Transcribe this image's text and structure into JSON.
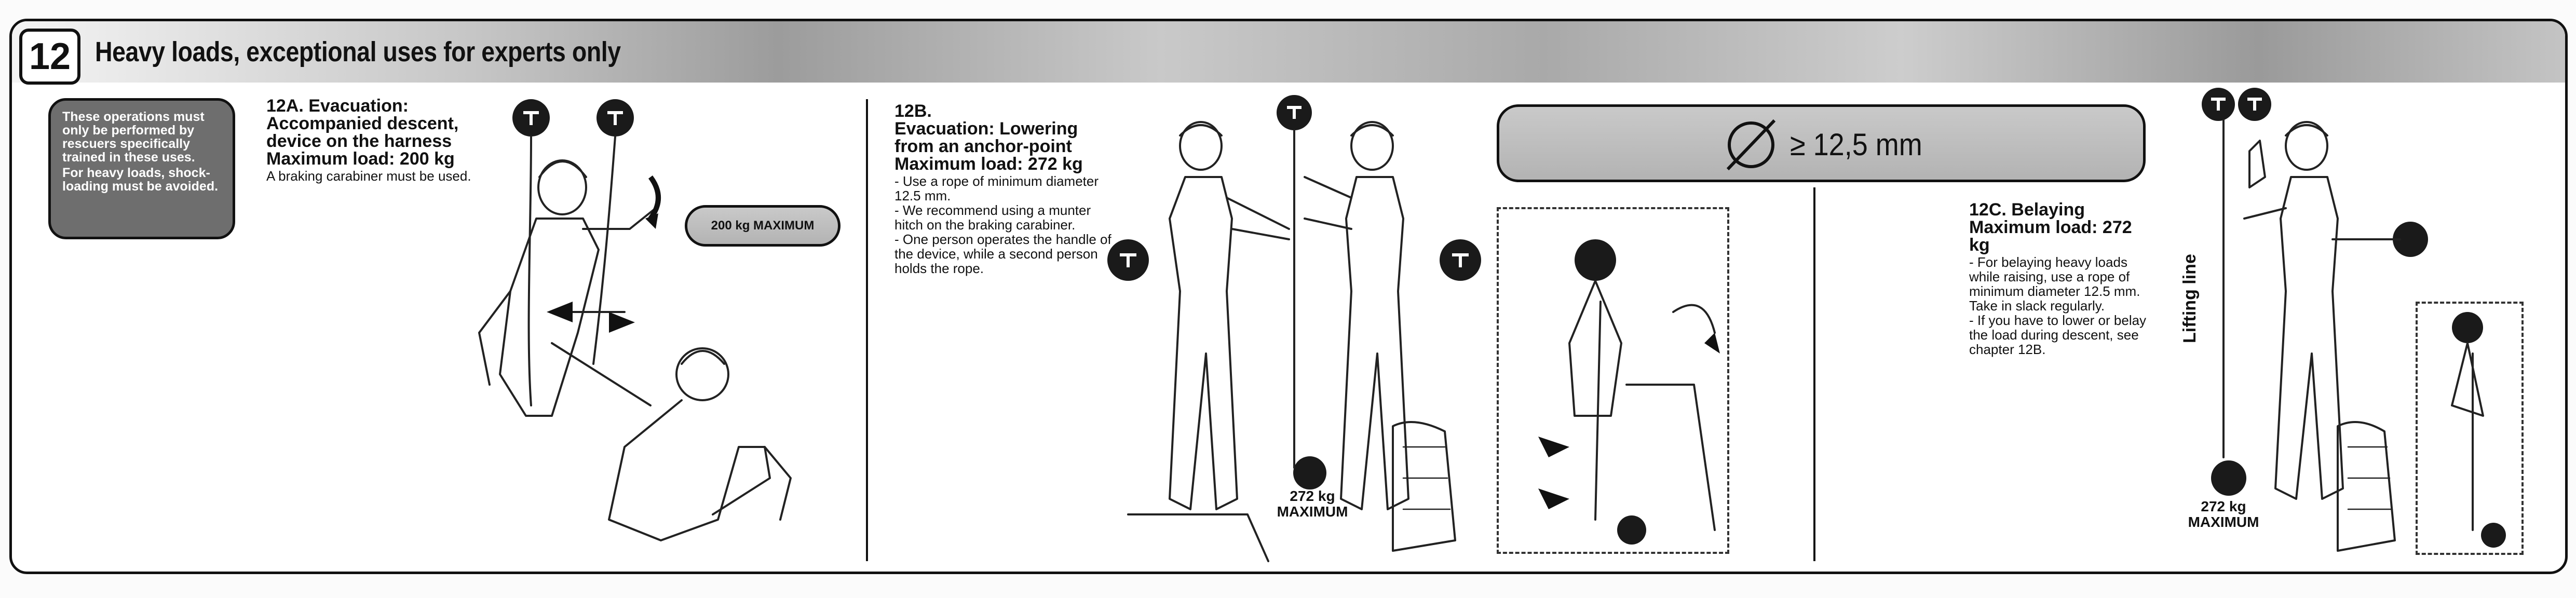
{
  "header": {
    "number": "12",
    "title": "Heavy loads, exceptional uses for experts only"
  },
  "warning": {
    "line1": "These operations must only be performed by rescuers specifically trained in these uses.",
    "line2": "For heavy loads, shock-loading must be avoided."
  },
  "section_a": {
    "title": "12A. Evacuation:",
    "subtitle": "Accompanied descent, device on the harness",
    "max_load": "Maximum load: 200 kg",
    "note": "A braking carabiner must be used.",
    "badge": "200 kg MAXIMUM"
  },
  "section_b": {
    "title": "12B.",
    "subtitle": "Evacuation: Lowering from an anchor-point",
    "max_load": "Maximum load: 272 kg",
    "items": [
      "- Use a rope of minimum diameter 12.5 mm.",
      "- We recommend using a munter hitch on the braking carabiner.",
      "- One person operates the handle of the device, while a second person holds the rope."
    ],
    "load_caption_1": "272 kg",
    "load_caption_2": "MAXIMUM"
  },
  "rope_spec": {
    "label": "≥ 12,5 mm",
    "icon": "diameter-icon"
  },
  "section_c": {
    "title": "12C. Belaying",
    "subtitle": "Maximum load: 272 kg",
    "items": [
      "- For belaying heavy loads while raising, use a rope of minimum diameter 12.5 mm. Take in slack regularly.",
      "- If you have to lower or belay the load during descent, see chapter 12B."
    ],
    "side_label": "Lifting line",
    "load_caption_1": "272 kg",
    "load_caption_2": "MAXIMUM"
  },
  "colors": {
    "ink": "#111111",
    "warning_bg": "#6e6e6e",
    "pill_bg": "#bdbdbd"
  }
}
